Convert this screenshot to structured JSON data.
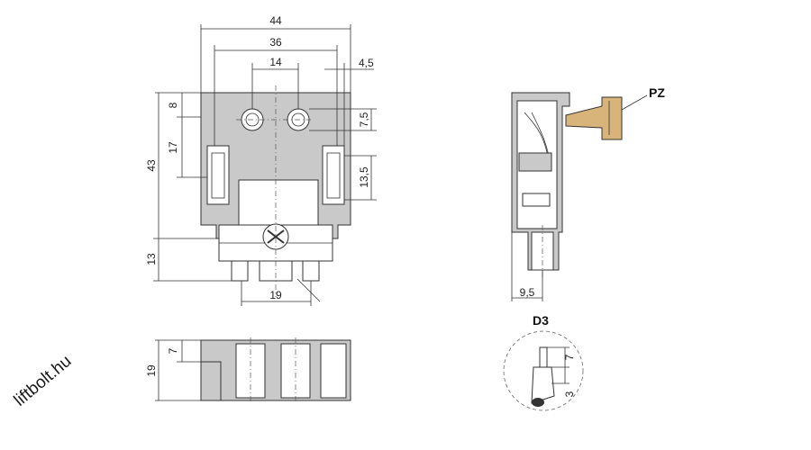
{
  "watermark": "liftbolt.hu",
  "front_view": {
    "dim_overall_width": "44",
    "dim_hole_outer": "36",
    "dim_hole_spacing": "14",
    "dim_right_offset": "4,5",
    "dim_top_offset": "8",
    "dim_slot_pos": "17",
    "dim_total_height": "43",
    "dim_bottom_height": "13",
    "dim_bottom_width": "19",
    "dim_hole_vert": "7,5",
    "dim_slot_height": "13,5"
  },
  "bottom_view": {
    "dim_depth": "19",
    "dim_step": "7"
  },
  "side_view": {
    "label_pz": "PZ",
    "dim_width": "9,5"
  },
  "detail_d3": {
    "label": "D3",
    "dim_7": "7",
    "dim_3": "3"
  },
  "colors": {
    "body_gray": "#c9c9c9",
    "key_tan": "#d9b47a",
    "line": "#333333"
  }
}
